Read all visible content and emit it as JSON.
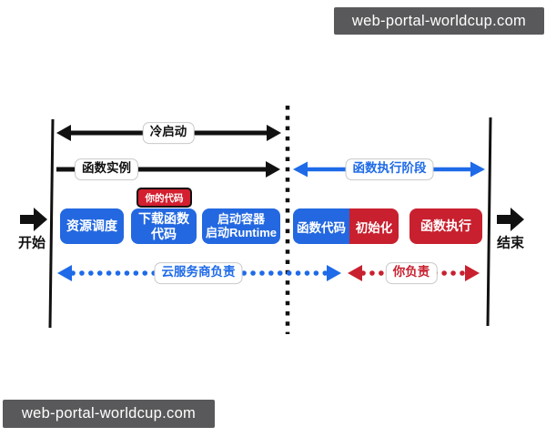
{
  "watermark_top": {
    "text": "web-portal-worldcup.com"
  },
  "watermark_bottom": {
    "text": "web-portal-worldcup.com"
  },
  "colors": {
    "ink": "#111111",
    "blue": "#2368E0",
    "arrow-blue": "#1E6AE8",
    "red": "#C8202F",
    "badge-red": "#D31F2F",
    "wm-bg": "#59595B"
  },
  "timeline": {
    "start_label": "开始",
    "end_label": "结束"
  },
  "phase_arrows": {
    "cold_start_label": "冷启动",
    "function_instance_label": "函数实例",
    "execution_phase_label": "函数执行阶段"
  },
  "responsibility": {
    "cloud_provider_label": "云服务商负责",
    "you_label": "你负责"
  },
  "your_code_badge": {
    "text": "你的代码"
  },
  "steps": {
    "resource_scheduling": "资源调度",
    "download_code_line1": "下载函数",
    "download_code_line2": "代码",
    "start_container_line1": "启动容器",
    "start_container_line2": "启动Runtime",
    "function_code": "函数代码",
    "init": "初始化",
    "execute": "函数执行"
  }
}
